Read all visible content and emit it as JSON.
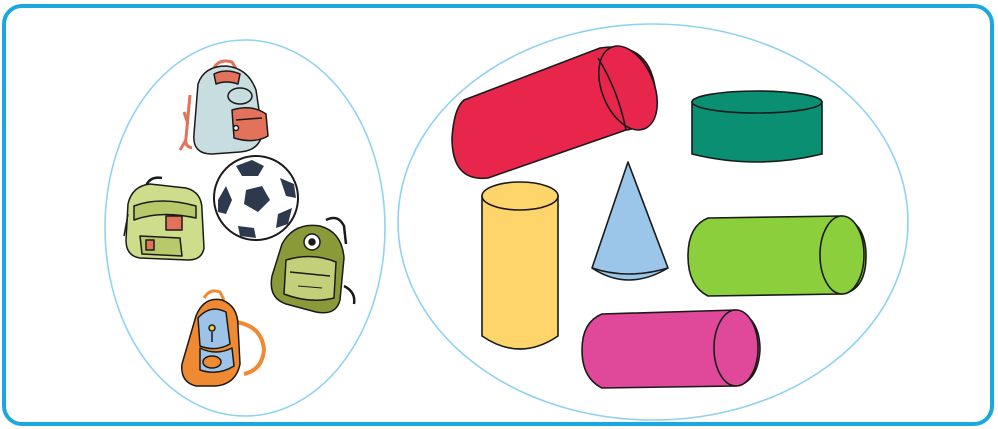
{
  "groups": [
    {
      "name": "backpacks-and-ball",
      "items": [
        "backpack-gray",
        "soccer-ball",
        "backpack-lightgreen",
        "backpack-olive",
        "backpack-orange-blue"
      ]
    },
    {
      "name": "solid-shapes",
      "items": [
        "cylinder-red",
        "cylinder-teal",
        "cylinder-yellow",
        "cone-blue",
        "cylinder-green",
        "cylinder-magenta"
      ]
    }
  ],
  "colors": {
    "frame": "#1ba8e0",
    "oval": "#8fd3ee",
    "red": "#e8254a",
    "teal": "#0a8f72",
    "yellow": "#fdd56a",
    "blue_cone": "#9bc6ea",
    "green": "#8ccf3c",
    "magenta": "#e04899",
    "outline": "#1a1a1a"
  }
}
